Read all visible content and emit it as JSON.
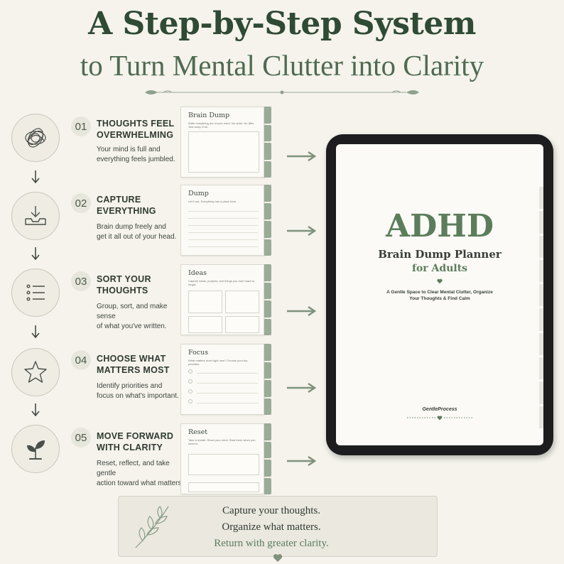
{
  "header": {
    "title": "A Step-by-Step System",
    "subtitle": "to Turn Mental Clutter into Clarity"
  },
  "steps": [
    {
      "num": "01",
      "heading_line1": "THOUGHTS FEEL",
      "heading_line2": "OVERWHELMING",
      "desc_line1": "Your mind is full and",
      "desc_line2": "everything feels jumbled.",
      "icon": "tangled-thoughts-icon",
      "page": {
        "title": "Brain Dump",
        "sub": "Write everything out of your mind. No order. No filter. Just dump it all."
      }
    },
    {
      "num": "02",
      "heading_line1": "CAPTURE",
      "heading_line2": "EVERYTHING",
      "desc_line1": "Brain dump freely and",
      "desc_line2": "get it all out of your head.",
      "icon": "inbox-download-icon",
      "page": {
        "title": "Dump",
        "sub": "Let it out. Everything has a place here."
      }
    },
    {
      "num": "03",
      "heading_line1": "SORT YOUR",
      "heading_line2": "THOUGHTS",
      "desc_line1": "Group, sort, and make sense",
      "desc_line2": "of what you've written.",
      "icon": "list-icon",
      "page": {
        "title": "Ideas",
        "sub": "Capture ideas, projects, and things you don't want to forget."
      }
    },
    {
      "num": "04",
      "heading_line1": "CHOOSE WHAT",
      "heading_line2": "MATTERS MOST",
      "desc_line1": "Identify priorities and",
      "desc_line2": "focus on what's important.",
      "icon": "star-icon",
      "page": {
        "title": "Focus",
        "sub": "What matters most right now? Choose your top priorities."
      }
    },
    {
      "num": "05",
      "heading_line1": "MOVE FORWARD",
      "heading_line2": "WITH CLARITY",
      "desc_line1": "Reset, reflect, and take gentle",
      "desc_line2": "action toward what matters.",
      "icon": "sprout-icon",
      "page": {
        "title": "Reset",
        "sub": "Take a breath. Reset your mind. Start fresh when you need to."
      }
    }
  ],
  "tablet": {
    "title": "ADHD",
    "line1": "Brain Dump Planner",
    "line2": "for Adults",
    "tagline_line1": "A Gentle Space to Clear Mental Clutter, Organize",
    "tagline_line2": "Your Thoughts & Find Calm",
    "brand": "GentleProcess"
  },
  "quote": {
    "line1": "Capture your thoughts.",
    "line2": "Organize what matters.",
    "line3": "Return with greater clarity."
  },
  "colors": {
    "background": "#f5f3ec",
    "sage": "#5c7d5c",
    "dark_green": "#2f4a35",
    "tab_green": "#9aab98"
  }
}
